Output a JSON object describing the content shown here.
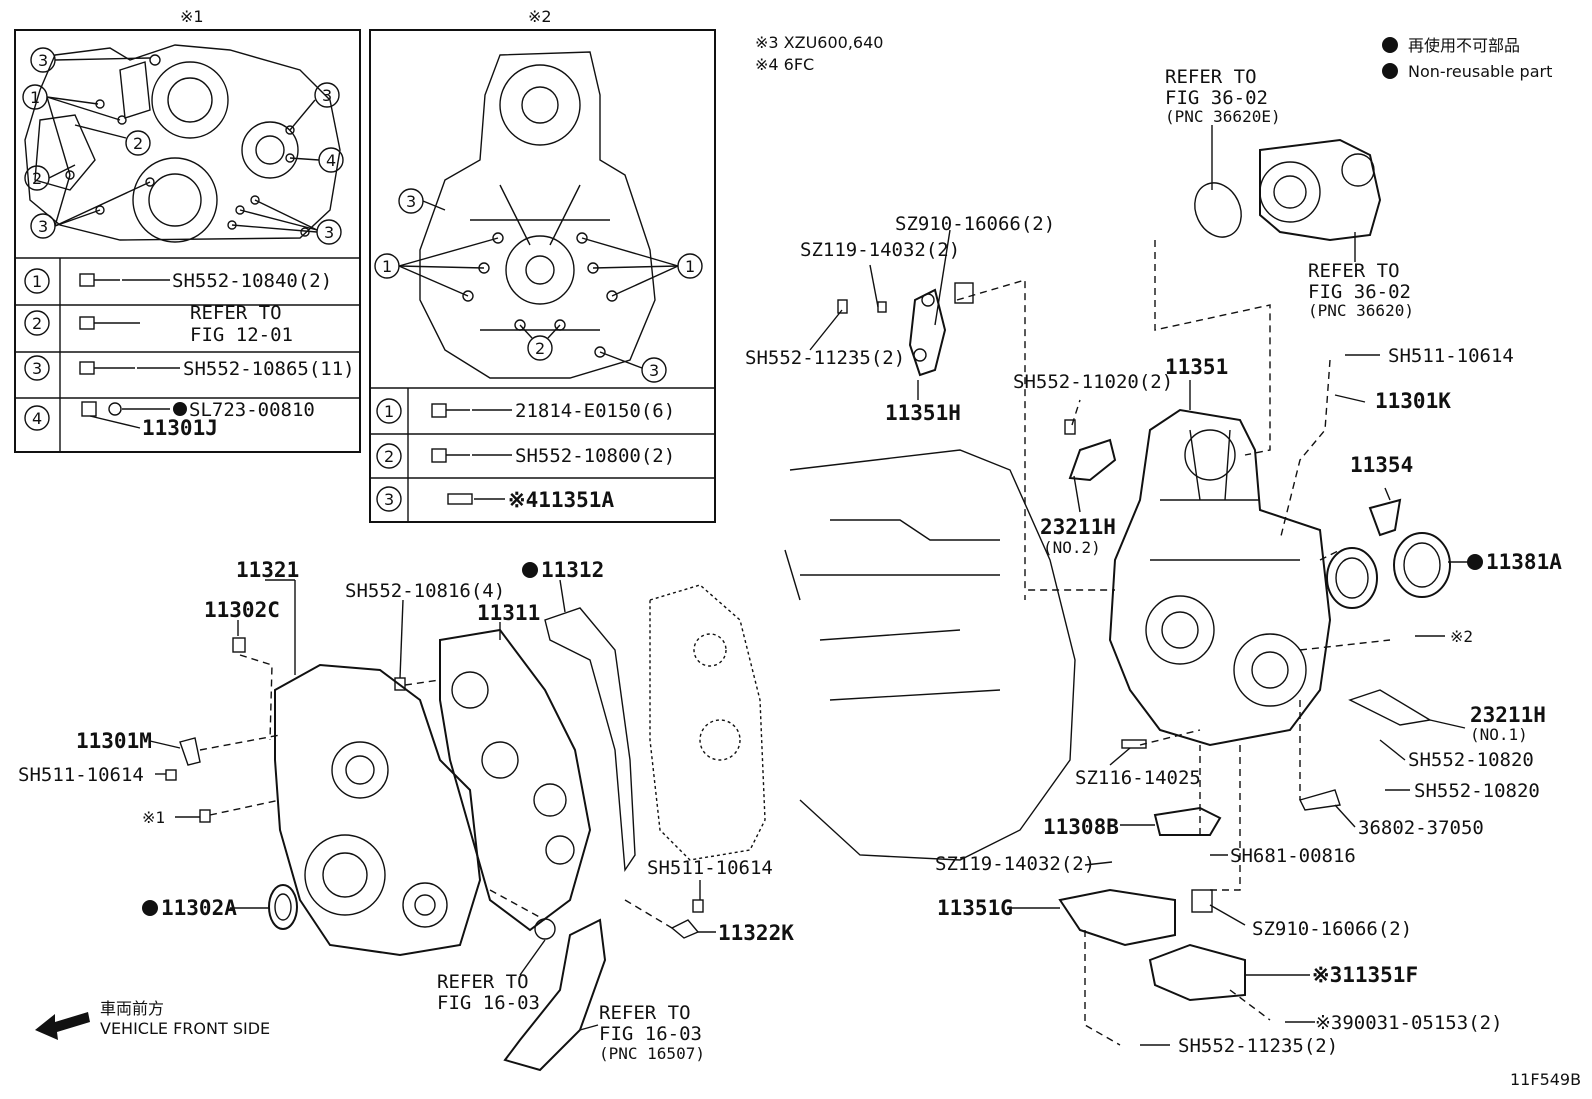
{
  "legend": {
    "jp": "再使用不可部品",
    "en": "Non-reusable part"
  },
  "notes": {
    "n3": "※3 XZU600,640",
    "n4": "※4 6FC"
  },
  "figure_code": "11F549B",
  "direction": {
    "jp": "車両前方",
    "en": "VEHICLE FRONT SIDE"
  },
  "inset1": {
    "title": "※1",
    "callouts": [
      "1",
      "2",
      "3",
      "4"
    ],
    "rows": [
      {
        "num": "1",
        "text": "SH552-10840(2)"
      },
      {
        "num": "2",
        "text": "REFER TO",
        "text2": "FIG 12-01"
      },
      {
        "num": "3",
        "text": "SH552-10865(11)"
      },
      {
        "num": "4",
        "text": "SL723-00810",
        "text2": "11301J"
      }
    ]
  },
  "inset2": {
    "title": "※2",
    "rows": [
      {
        "num": "1",
        "text": "21814-E0150(6)"
      },
      {
        "num": "2",
        "text": "SH552-10800(2)"
      },
      {
        "num": "3",
        "text": "※411351A"
      }
    ]
  },
  "labels": {
    "refer_fig_36_02_a": "REFER TO",
    "refer_fig_36_02_a2": "FIG 36-02",
    "refer_fig_36_02_a3": "(PNC 36620E)",
    "refer_fig_36_02_b": "REFER TO",
    "refer_fig_36_02_b2": "FIG 36-02",
    "refer_fig_36_02_b3": "(PNC 36620)",
    "sz910_top": "SZ910-16066(2)",
    "sz119_top": "SZ119-14032(2)",
    "sh552_11235_top": "SH552-11235(2)",
    "p11351H": "11351H",
    "sh552_11020": "SH552-11020(2)",
    "p11351": "11351",
    "sh511_10614_r": "SH511-10614",
    "p11301K": "11301K",
    "p11354": "11354",
    "p23211H_no2": "23211H",
    "no2": "(NO.2)",
    "p11381A": "11381A",
    "ast2": "※2",
    "p23211H_no1": "23211H",
    "no1": "(NO.1)",
    "sh552_10820_a": "SH552-10820",
    "sh552_10820_b": "SH552-10820",
    "sz116": "SZ116-14025",
    "p36802": "36802-37050",
    "p11308B": "11308B",
    "sh681": "SH681-00816",
    "sz119_bottom": "SZ119-14032(2)",
    "p11351G": "11351G",
    "sz910_bottom": "SZ910-16066(2)",
    "p11351F": "※311351F",
    "p90031": "※390031-05153(2)",
    "sh552_11235_bottom": "SH552-11235(2)",
    "p11321": "11321",
    "p11302C": "11302C",
    "sh552_10816": "SH552-10816(4)",
    "p11311": "11311",
    "p11312": "11312",
    "p11301M": "11301M",
    "sh511_10614_l": "SH511-10614",
    "ast1": "※1",
    "p11302A": "11302A",
    "sh511_10614_c": "SH511-10614",
    "p11322K": "11322K",
    "refer_fig_16_03_a": "REFER TO",
    "refer_fig_16_03_a2": "FIG 16-03",
    "refer_fig_16_03_b": "REFER TO",
    "refer_fig_16_03_b2": "FIG 16-03",
    "refer_fig_16_03_b3": "(PNC 16507)"
  }
}
